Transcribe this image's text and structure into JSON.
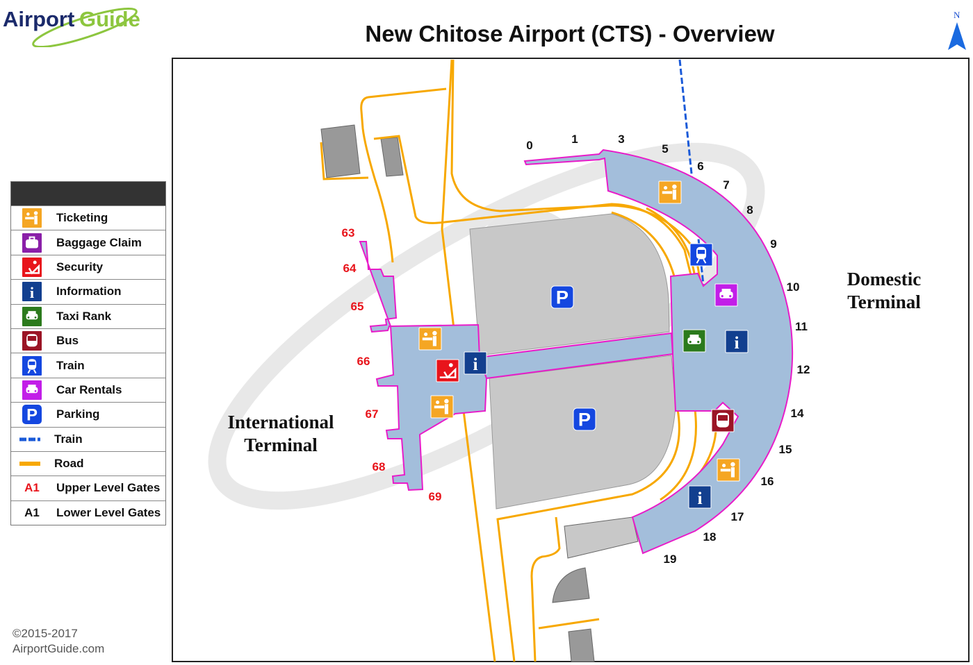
{
  "logo": {
    "text_dark": "Airport",
    "text_green": "Guide"
  },
  "title": "New Chitose Airport (CTS) - Overview",
  "north_label": "N",
  "legend": {
    "items": [
      {
        "icon": "ticketing-icon",
        "label": "Ticketing",
        "color": "#f5a623"
      },
      {
        "icon": "baggage-claim-icon",
        "label": "Baggage Claim",
        "color": "#8a1fa8"
      },
      {
        "icon": "security-icon",
        "label": "Security",
        "color": "#e8141b"
      },
      {
        "icon": "information-icon",
        "label": "Information",
        "color": "#123f8f"
      },
      {
        "icon": "taxi-icon",
        "label": "Taxi Rank",
        "color": "#2b7a1c"
      },
      {
        "icon": "bus-icon",
        "label": "Bus",
        "color": "#9b1425"
      },
      {
        "icon": "train-icon",
        "label": "Train",
        "color": "#1447e0"
      },
      {
        "icon": "car-rental-icon",
        "label": "Car Rentals",
        "color": "#c21ee8"
      },
      {
        "icon": "parking-icon",
        "label": "Parking",
        "color": "#1447e0"
      },
      {
        "icon": "train-line-icon",
        "label": "Train",
        "color": "#1a5ad8"
      },
      {
        "icon": "road-line-icon",
        "label": "Road",
        "color": "#f7a800"
      },
      {
        "icon": "upper-gate-sample",
        "label": "Upper Level Gates",
        "sample": "A1",
        "color": "#e8141b"
      },
      {
        "icon": "lower-gate-sample",
        "label": "Lower Level Gates",
        "sample": "A1",
        "color": "#111111"
      }
    ]
  },
  "terminals": {
    "domestic": [
      "Domestic",
      "Terminal"
    ],
    "international": [
      "International",
      "Terminal"
    ]
  },
  "gates": {
    "lower": [
      "0",
      "1",
      "3",
      "5",
      "6",
      "7",
      "8",
      "9",
      "10",
      "11",
      "12",
      "14",
      "15",
      "16",
      "17",
      "18",
      "19"
    ],
    "upper": [
      "63",
      "64",
      "65",
      "66",
      "67",
      "68",
      "69"
    ]
  },
  "map_icons": [
    "ticketing",
    "train",
    "car-rental",
    "taxi",
    "information",
    "bus",
    "ticketing",
    "information",
    "ticketing",
    "security",
    "information",
    "ticketing",
    "parking",
    "parking"
  ],
  "parking_label": "P",
  "info_label": "i",
  "copyright": [
    "©2015-2017",
    "AirportGuide.com"
  ]
}
